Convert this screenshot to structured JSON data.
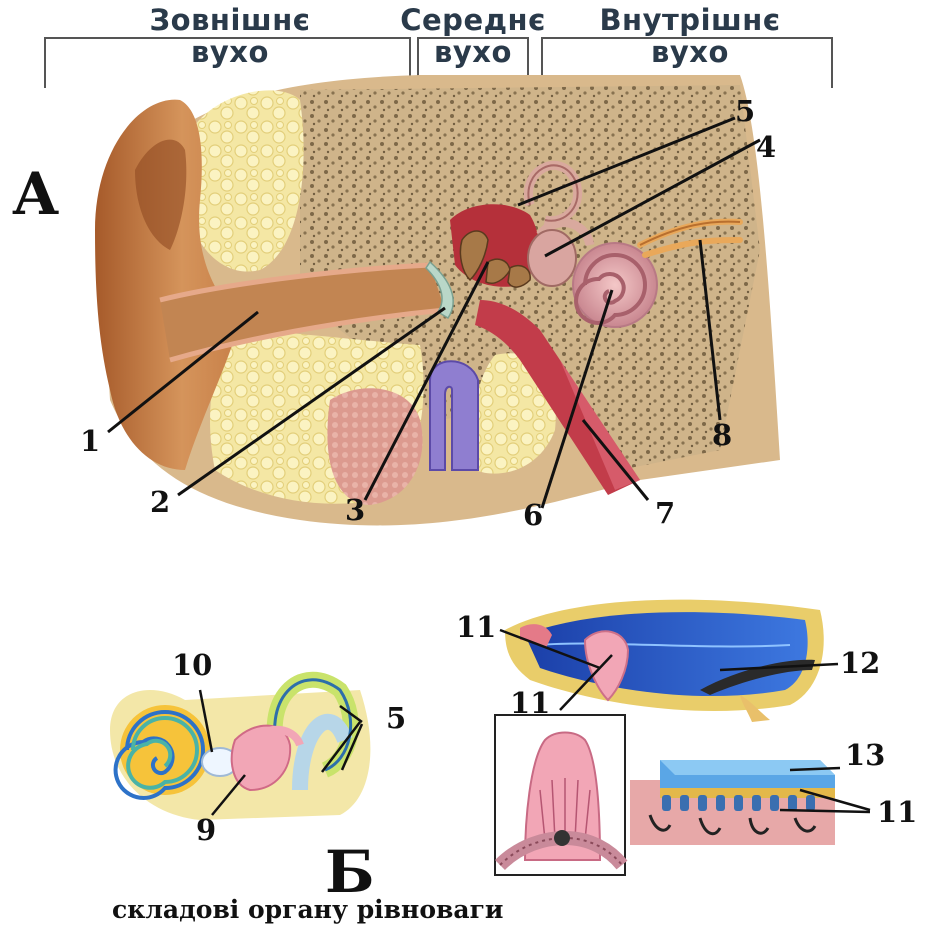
{
  "headers": {
    "outer": [
      "Зовнішнє",
      "вухо"
    ],
    "middle": [
      "Середнє",
      "вухо"
    ],
    "inner": [
      "Внутрішнє",
      "вухо"
    ]
  },
  "panels": {
    "a": "А",
    "b": "Б"
  },
  "labels": {
    "n1": "1",
    "n2": "2",
    "n3": "3",
    "n4": "4",
    "n5": "5",
    "n6": "6",
    "n7": "7",
    "n8": "8",
    "n9": "9",
    "n10": "10",
    "n11": "11",
    "n12": "12",
    "n13": "13"
  },
  "caption": "складові органу рівноваги"
}
